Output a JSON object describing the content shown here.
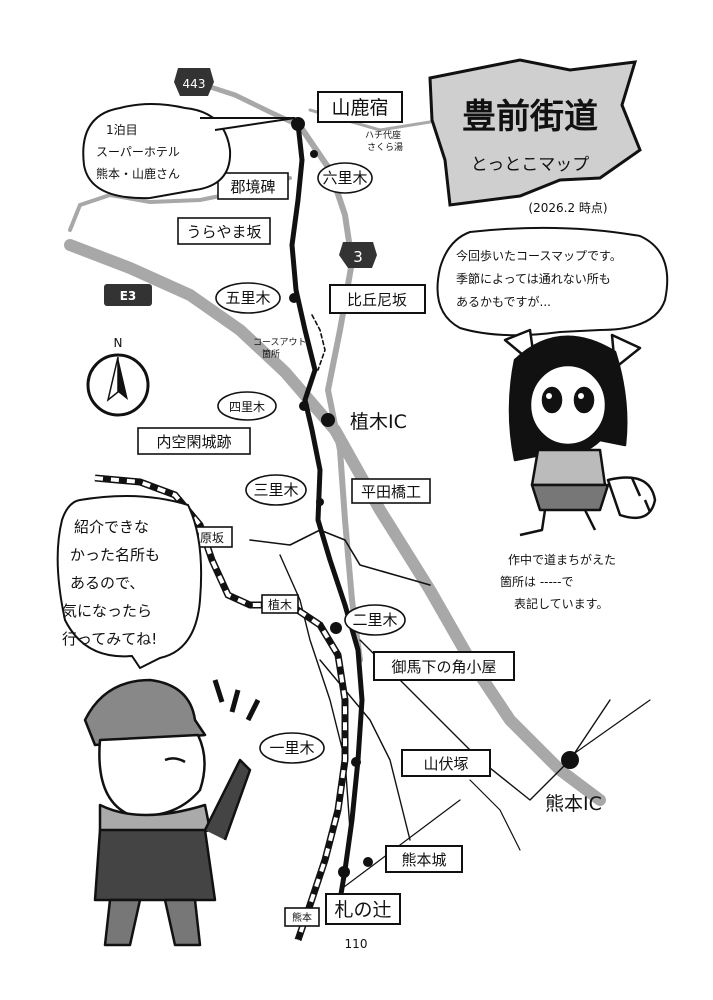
{
  "title": {
    "main": "豊前街道",
    "sub": "とっとこマップ",
    "date": "(2026.2 時点)"
  },
  "roads": {
    "route443": "443",
    "route3": "3",
    "expressway": "E3"
  },
  "compass": {
    "label": "N"
  },
  "stations": {
    "yamaga_juku": "山鹿宿",
    "hachiyo_sakura": "ハチ代座\nさくら湯",
    "rokuriki": "六里木",
    "gunsuihi": "郡境碑",
    "urayamazaka": "うらやま坂",
    "hikunizaka": "比丘尼坂",
    "goriki": "五里木",
    "course_out": "コースアウト\n箇所",
    "yonriki": "四里木",
    "ueki_ic": "植木IC",
    "uchikara": "内空閑城跡",
    "sanriki": "三里木",
    "heidabashi": "平田橋工",
    "tabaruzaka": "田原坂",
    "ueki": "植木",
    "niriki": "二里木",
    "omamashita": "御馬下の角小屋",
    "ichiriki": "一里木",
    "yamabushizuka": "山伏塚",
    "kumamoto_ic": "熊本IC",
    "kumamoto_castle": "熊本城",
    "kumamoto_st": "熊本",
    "fudanotsuji": "札の辻"
  },
  "bubbles": {
    "hotel": [
      "1泊目",
      "スーパーホテル",
      "熊本・山鹿さん"
    ],
    "intro": [
      "今回歩いたコースマップです。",
      "季節によっては通れない所も",
      "あるかもですが..."
    ],
    "note": [
      "作中で道まちがえた",
      "箇所は -----で",
      "表記しています。"
    ],
    "recommend": [
      "紹介できな",
      "かった名所も",
      "あるので、",
      "気になったら",
      "行ってみてね!"
    ]
  },
  "page_number": "110",
  "colors": {
    "ink": "#111111",
    "road_gray": "#a8a8a8",
    "banner_gray": "#cfcfcf",
    "paper": "#ffffff"
  }
}
